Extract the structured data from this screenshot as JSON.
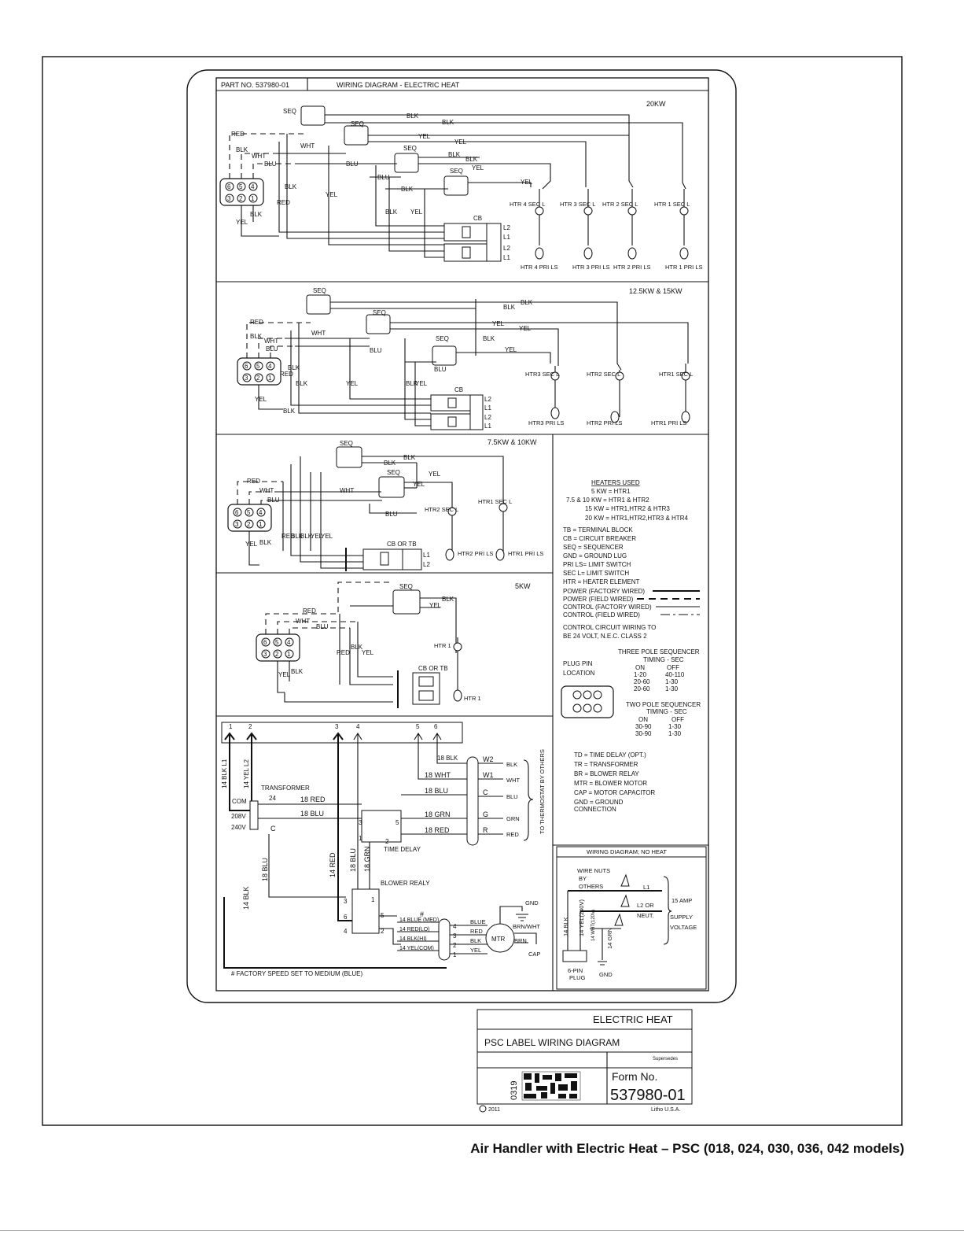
{
  "header": {
    "part_no": "PART NO. 537980-01",
    "title": "WIRING DIAGRAM - ELECTRIC HEAT"
  },
  "wire_labels": {
    "blk": "BLK",
    "wht": "WHT",
    "blu": "BLU",
    "red": "RED",
    "yel": "YEL",
    "grn": "GRN",
    "seq": "SEQ",
    "cb": "CB",
    "cb_or_tb": "CB OR TB",
    "l1": "L1",
    "l2": "L2"
  },
  "plug_pins_top": [
    "6",
    "5",
    "4"
  ],
  "plug_pins_bottom": [
    "3",
    "2",
    "1"
  ],
  "section_20kw": {
    "title": "20KW",
    "sec_ls": [
      "HTR 4 SEC L",
      "HTR 3 SEC L",
      "HTR 2 SEC L",
      "HTR 1 SEC L"
    ],
    "pri_ls": [
      "HTR 4 PRI LS",
      "HTR 3 PRI LS",
      "HTR 2 PRI LS",
      "HTR 1 PRI LS"
    ]
  },
  "section_15kw": {
    "title": "12.5KW & 15KW",
    "sec_ls": [
      "HTR3 SEC L",
      "HTR2 SEC L",
      "HTR1 SEC L"
    ],
    "pri_ls": [
      "HTR3 PRI LS",
      "HTR2 PRI LS",
      "HTR1 PRI LS"
    ]
  },
  "section_10kw": {
    "title": "7.5KW & 10KW",
    "sec_ls": [
      "HTR2 SEC L",
      "HTR1 SEC L"
    ],
    "pri_ls": [
      "HTR2 PRI LS",
      "HTR1 PRI LS"
    ]
  },
  "section_5kw": {
    "title": "5KW",
    "sec_ls": [
      "HTR 1"
    ],
    "pri_ls": [
      "HTR 1"
    ]
  },
  "legend": {
    "heaters_title": "HEATERS USED",
    "heaters": [
      "5 KW = HTR1",
      "7.5 & 10 KW = HTR1 & HTR2",
      "15 KW = HTR1,HTR2 & HTR3",
      "20 KW = HTR1,HTR2,HTR3 & HTR4"
    ],
    "abbrev": [
      "TB = TERMINAL BLOCK",
      "CB = CIRCUIT BREAKER",
      "SEQ = SEQUENCER",
      "GND = GROUND LUG",
      "PRI LS= LIMIT SWITCH",
      "SEC L= LIMIT SWITCH",
      "HTR = HEATER ELEMENT"
    ],
    "line_types": [
      "POWER (FACTORY WIRED)",
      "POWER (FIELD WIRED)",
      "CONTROL (FACTORY WIRED)",
      "CONTROL (FIELD WIRED)"
    ],
    "control_note": [
      "CONTROL CIRCUIT WIRING TO",
      "BE 24 VOLT, N.E.C. CLASS 2"
    ],
    "three_pole_title": "THREE POLE SEQUENCER",
    "timing_title": "TIMING - SEC",
    "plug_pin": "PLUG PIN",
    "location": "LOCATION",
    "on": "ON",
    "off": "OFF",
    "three_pole_rows": [
      [
        "1-20",
        "40-110"
      ],
      [
        "20-60",
        "1-30"
      ],
      [
        "20-60",
        "1-30"
      ]
    ],
    "two_pole_title": "TWO POLE SEQUENCER",
    "two_pole_rows": [
      [
        "30-90",
        "1-30"
      ],
      [
        "30-90",
        "1-30"
      ]
    ],
    "control_abbrev": [
      "TD = TIME DELAY (OPT.)",
      "TR = TRANSFORMER",
      "BR = BLOWER RELAY",
      "MTR = BLOWER MOTOR",
      "CAP = MOTOR CAPACITOR",
      "GND = GROUND",
      "CONNECTION"
    ]
  },
  "control": {
    "terminals": [
      "1",
      "2",
      "3",
      "4",
      "5",
      "6"
    ],
    "transformer": "TRANSFORMER",
    "com": "COM",
    "v208": "208V",
    "v240": "240V",
    "v24": "24",
    "c": "C",
    "l1_wire": "14 BLK L1",
    "l2_wire": "14 YEL L2",
    "wires": [
      "18 BLK",
      "18 WHT",
      "18 BLU",
      "18 RED",
      "18 BLU",
      "18 GRN",
      "18 RED"
    ],
    "thermostat_terms": [
      "W2",
      "W1",
      "C",
      "G",
      "R"
    ],
    "thermostat_colors": [
      "BLK",
      "WHT",
      "BLU",
      "GRN",
      "RED"
    ],
    "thermostat_note": "TO THERMOSTAT BY OTHERS",
    "time_delay": "TIME DELAY",
    "td_pins": [
      "3",
      "5",
      "1",
      "2"
    ],
    "blower_relay": "BLOWER REALY",
    "br_pins": [
      "3",
      "6",
      "4",
      "5",
      "2",
      "1"
    ],
    "vertical_wires": [
      "18 BLU",
      "14 RED",
      "18 BLU",
      "18 GRN",
      "14 BLK"
    ],
    "motor_leads": [
      "14 BLUE (MED)",
      "14 RED(LO)",
      "14 BLK(HI)",
      "14 YEL(COM)"
    ],
    "motor_pins": [
      "4",
      "3",
      "2",
      "1"
    ],
    "motor_colors": [
      "BLUE",
      "RED",
      "BLK",
      "YEL"
    ],
    "mtr": "MTR",
    "gnd": "GND",
    "brn_wht": "BRN/WHT",
    "brn": "BRN",
    "cap": "CAP",
    "hash": "#",
    "speed_note": "# FACTORY SPEED SET TO MEDIUM (BLUE)"
  },
  "no_heat": {
    "title": "WIRING DIAGRAM; NO HEAT",
    "wire_nuts": [
      "WIRE NUTS",
      "BY",
      "OTHERS"
    ],
    "l1": "L1",
    "l2": [
      "L2 OR",
      "NEUT."
    ],
    "supply": [
      "15 AMP",
      "SUPPLY",
      "VOLTAGE"
    ],
    "wires": [
      "14 BLK",
      "14 YEL(240V)",
      "14 WHT(120V)",
      "14 GRN"
    ],
    "plug": [
      "6-PIN",
      "PLUG"
    ],
    "gnd": "GND"
  },
  "title_block": {
    "title": "ELECTRIC HEAT",
    "subtitle": "PSC LABEL WIRING DIAGRAM",
    "supersedes": "Supersedes",
    "date_code": "0319",
    "form_label": "Form No.",
    "form_no": "537980-01",
    "copyright": "2011",
    "litho": "Litho U.S.A."
  },
  "caption": "Air Handler with Electric Heat – PSC (018, 024, 030, 036, 042 models)"
}
